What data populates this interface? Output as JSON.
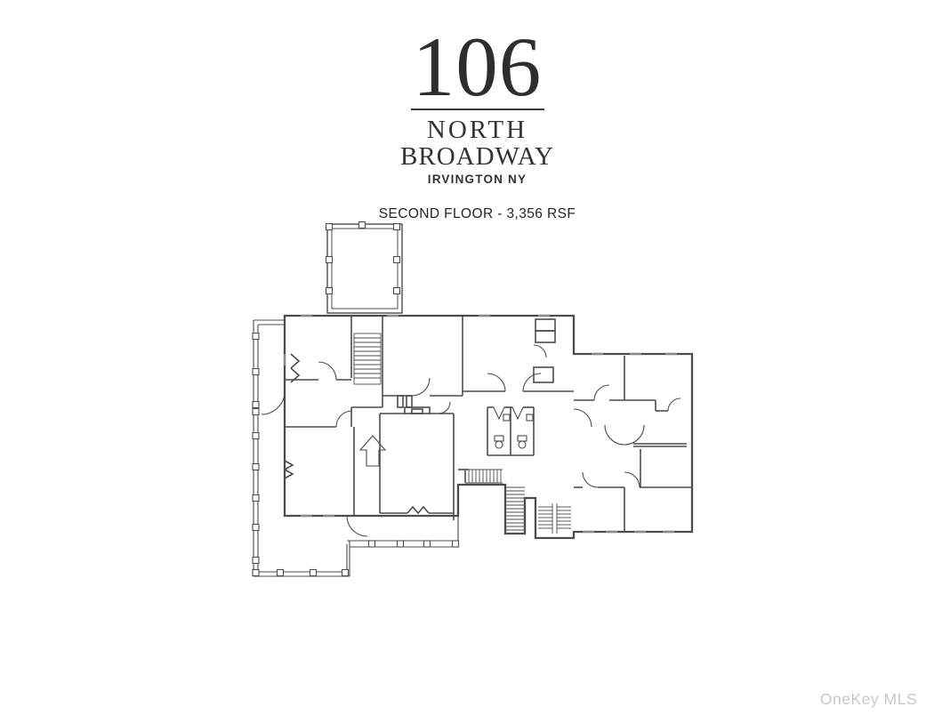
{
  "header": {
    "address_number": "106",
    "street_line1": "NORTH",
    "street_line2": "BROADWAY",
    "city_state": "IRVINGTON NY",
    "floor_label": "SECOND FLOOR - 3,356 RSF"
  },
  "floor_plan": {
    "type": "architectural-floor-plan",
    "features": [
      "roof-deck-with-posts",
      "wrap-around-porch-with-columns",
      "main-staircase",
      "rear-staircase",
      "switchback-staircase",
      "two-bathrooms-with-toilets-and-sinks",
      "fireplace-with-chimney",
      "bedroom-rooms",
      "hallways-with-door-swings",
      "window-openings",
      "east-wing-rooms"
    ]
  },
  "watermark": {
    "text": "OneKey MLS"
  },
  "colors": {
    "background": "#ffffff",
    "line": "#4c4c4c",
    "title_text": "#2e2e2e",
    "watermark": "#c6cac7"
  }
}
